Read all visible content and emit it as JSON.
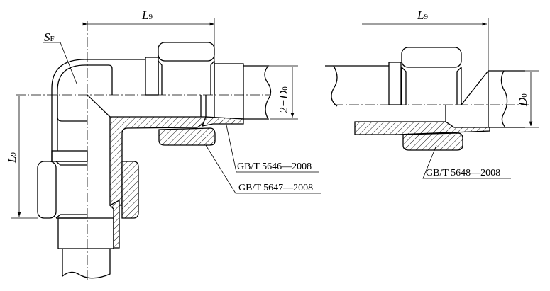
{
  "left_view": {
    "dim_top": {
      "symbol": "L",
      "subscript": "9"
    },
    "dim_left": {
      "symbol": "L",
      "subscript": "9"
    },
    "dim_right": {
      "prefix": "2−",
      "symbol": "D",
      "subscript": "0"
    },
    "wrench_flat": {
      "symbol": "S",
      "subscript": "F"
    },
    "std_1": "GB/T 5646—2008",
    "std_2": "GB/T 5647—2008"
  },
  "right_view": {
    "dim_top": {
      "symbol": "L",
      "subscript": "9"
    },
    "dim_right": {
      "symbol": "D",
      "subscript": "0"
    },
    "std_1": "GB/T 5648—2008"
  }
}
